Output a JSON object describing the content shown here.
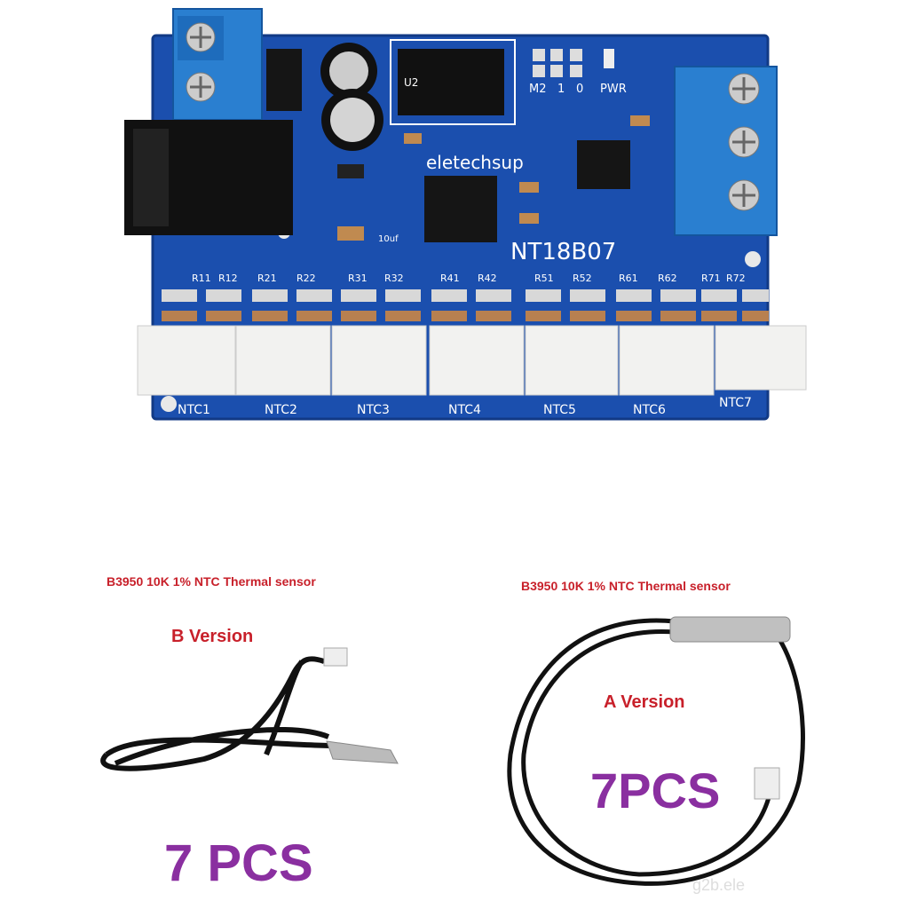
{
  "board": {
    "brand": "eletechsup",
    "model": "NT18B07",
    "regulator_label": "U2",
    "jumper_labels": [
      "M2",
      "1",
      "0"
    ],
    "power_led_label": "PWR",
    "cap_label": "10uf",
    "resistor_labels": [
      "R11",
      "R12",
      "R21",
      "R22",
      "R31",
      "R32",
      "R41",
      "R42",
      "R51",
      "R52",
      "R61",
      "R62",
      "R71",
      "R72"
    ],
    "connector_labels": [
      "NTC1",
      "NTC2",
      "NTC3",
      "NTC4",
      "NTC5",
      "NTC6",
      "NTC7"
    ],
    "colors": {
      "pcb": "#1b4fae",
      "terminal": "#2a7fd0",
      "connector": "#f2f2f0"
    }
  },
  "left_sensor": {
    "spec": "B3950 10K 1% NTC Thermal sensor",
    "version": "B Version",
    "quantity": "7 PCS"
  },
  "right_sensor": {
    "spec": "B3950 10K 1% NTC Thermal sensor",
    "version": "A Version",
    "quantity": "7PCS"
  },
  "watermark": "g2b.ele",
  "colors": {
    "spec_text": "#c8202a",
    "quantity_text": "#8a2fa0"
  }
}
